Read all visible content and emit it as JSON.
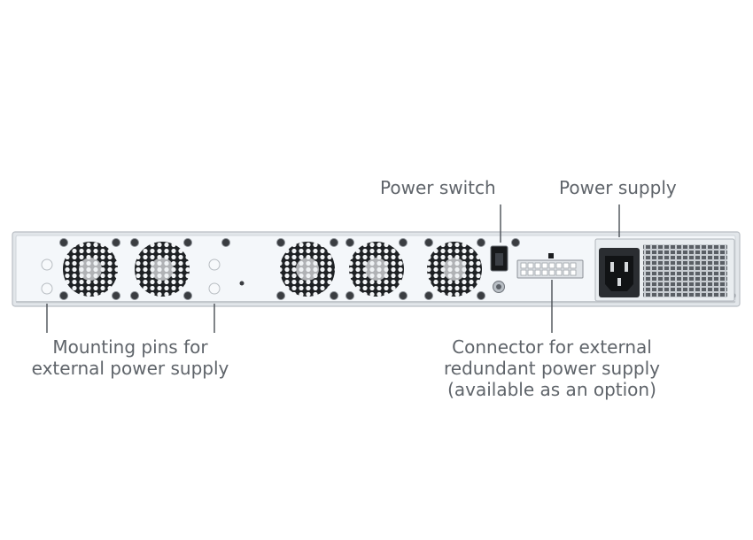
{
  "labels": {
    "power_switch": "Power switch",
    "power_supply": "Power supply",
    "mounting_pins": [
      "Mounting pins for",
      "external power supply"
    ],
    "connector": [
      "Connector for external",
      "redundant power supply",
      "(available as an option)"
    ]
  },
  "colors": {
    "label_text": "#5f646a",
    "leader_line": "#4a4f55",
    "chassis_fill": "#f4f7fa",
    "chassis_stroke": "#b9bec4",
    "screw": "#3a3d41",
    "fan_grille": "#1e2124",
    "power_socket": "#1b1d20"
  },
  "icons": [
    "fan-grille-icon",
    "screw-icon",
    "power-switch-icon",
    "iec-power-socket-icon",
    "terminal-connector-icon"
  ]
}
